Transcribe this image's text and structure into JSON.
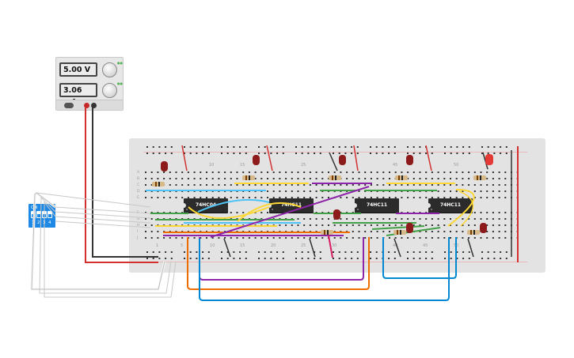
{
  "power_supply": {
    "voltage_display": "5.00 V",
    "current_display": "3.06 mA"
  },
  "dip_switch": {
    "on_label": "ON",
    "positions": [
      "1",
      "2",
      "3",
      "4"
    ]
  },
  "breadboard": {
    "column_numbers_top": [
      "10",
      "15",
      "25",
      "45",
      "50"
    ],
    "column_numbers_bottom": [
      "1",
      "5",
      "10",
      "15",
      "20",
      "25",
      "30",
      "40",
      "45",
      "50"
    ],
    "row_labels": [
      "A",
      "B",
      "C",
      "D",
      "E",
      "F",
      "G",
      "H",
      "I",
      "J"
    ]
  },
  "chips": [
    {
      "label": "74HC04"
    },
    {
      "label": "74HC11"
    },
    {
      "label": "74HC11"
    },
    {
      "label": "74HC11"
    }
  ],
  "colors": {
    "positive_wire": "#d32f2f",
    "ground_wire": "#333333",
    "breadboard": "#e3e3e3",
    "chip": "#2b2b2b",
    "dip_switch": "#1e88e5"
  }
}
